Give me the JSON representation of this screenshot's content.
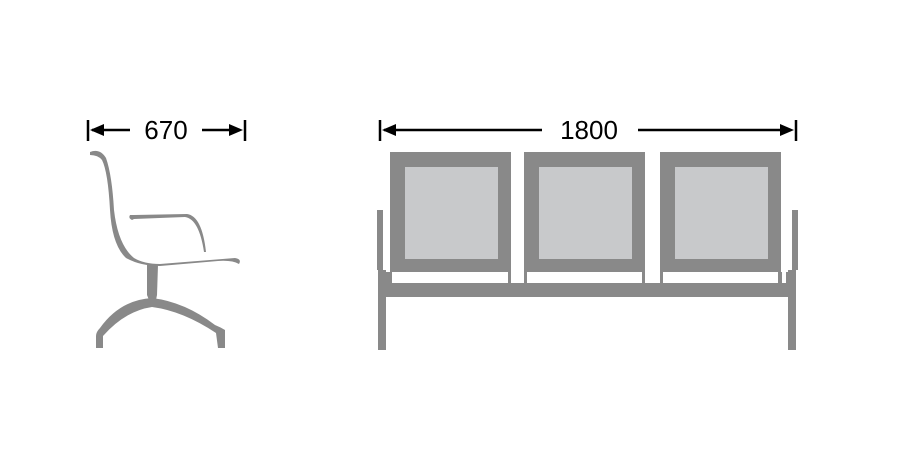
{
  "side_view": {
    "width_label": "670"
  },
  "front_view": {
    "width_label": "1800",
    "seat_count": 3
  },
  "colors": {
    "frame": "#898989",
    "panel": "#c8c9cb",
    "dimension": "#000000"
  }
}
